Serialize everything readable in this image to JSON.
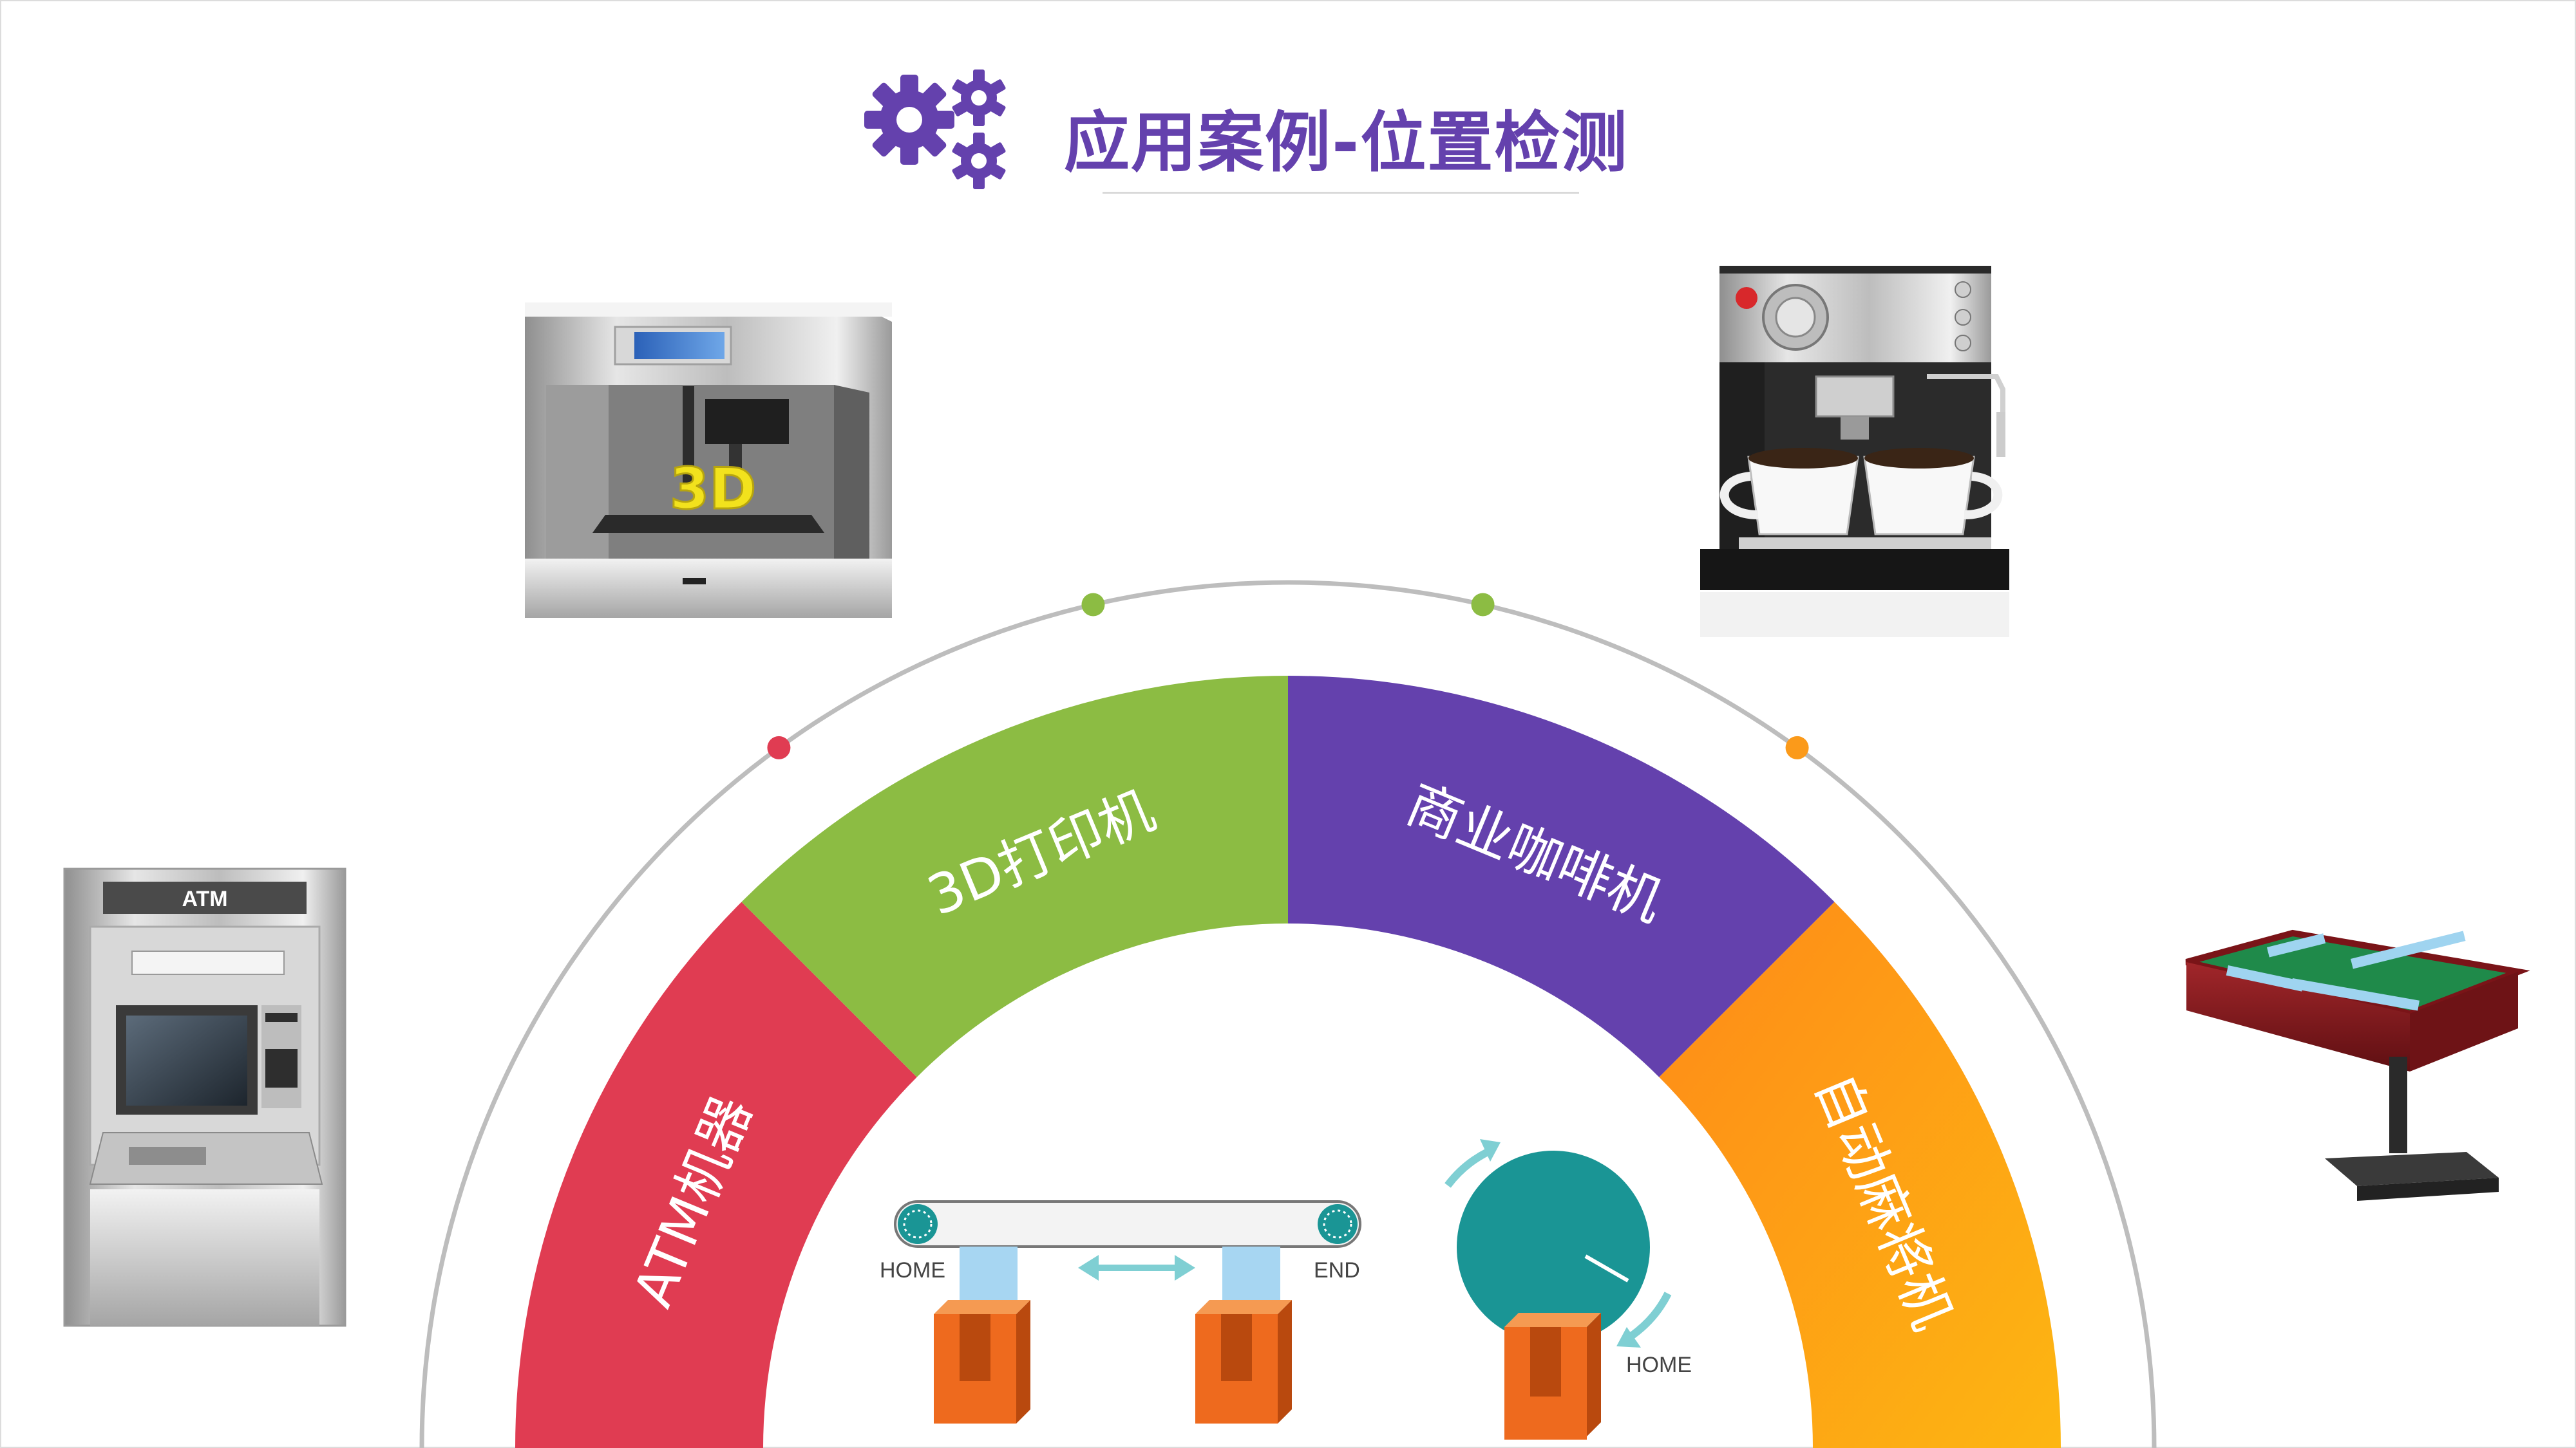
{
  "title": "应用案例-位置检测",
  "segments": [
    {
      "label": "ATM机器",
      "color": "#e03c52"
    },
    {
      "label": "3D打印机",
      "color": "#8cbc43"
    },
    {
      "label": "商业咖啡机",
      "color": "#6441ad"
    },
    {
      "label": "自动麻将机",
      "color": "#fb9a1a"
    }
  ],
  "devices": {
    "atm_sign": "ATM",
    "printer_label": "3D"
  },
  "diagram": {
    "linear_home": "HOME",
    "linear_end": "END",
    "rotary_home": "HOME"
  },
  "colors": {
    "accent": "#6441ad",
    "sensor_orange": "#ee6a1e",
    "rotor_teal": "#1a9595",
    "arrow_cyan": "#7fcfd3"
  }
}
